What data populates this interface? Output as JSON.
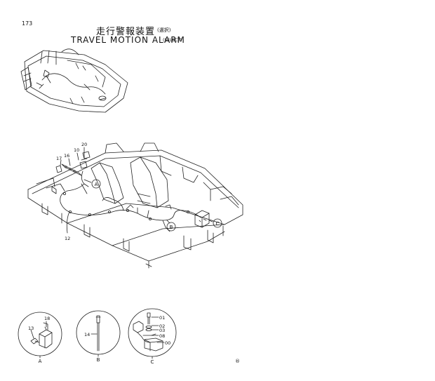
{
  "page_number": "173",
  "title": {
    "japanese": "走行警報装置",
    "japanese_note": "(選択)",
    "english": "TRAVEL MOTION ALARM",
    "english_note": "(SELECT)"
  },
  "callouts_main": {
    "c10": "10",
    "c12": "12",
    "c16": "16",
    "c17": "17",
    "c20": "20"
  },
  "ref_letters_main": {
    "a": "A",
    "b": "B",
    "c": "C"
  },
  "detail_a": {
    "label": "A",
    "callout_13": "13",
    "callout_18": "18"
  },
  "detail_b": {
    "label": "B",
    "callout_14": "14"
  },
  "detail_c": {
    "label": "C",
    "callout_01": "01",
    "callout_02": "02",
    "callout_03": "03",
    "callout_08": "08",
    "callout_00": "00"
  },
  "footer_mark": "®"
}
